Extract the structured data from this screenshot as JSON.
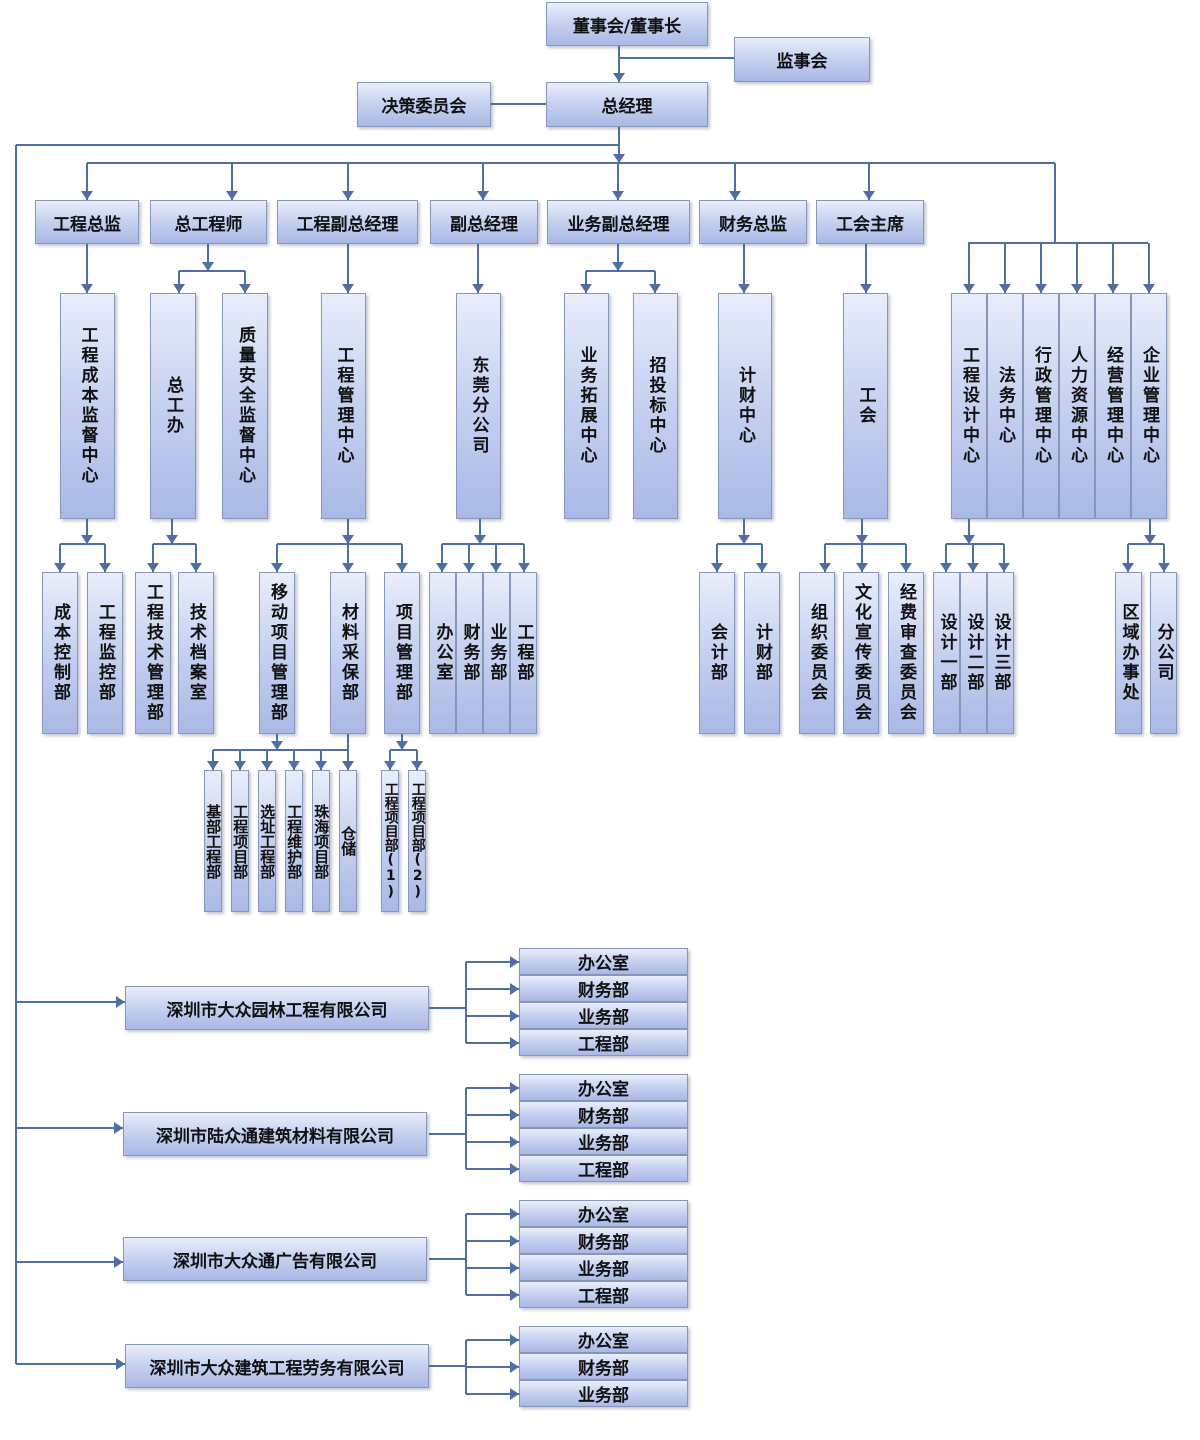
{
  "top": {
    "chairman": "董事会/董事长",
    "supervisors": "监事会",
    "decision_committee": "决策委员会",
    "general_manager": "总经理"
  },
  "level2": [
    "工程总监",
    "总工程师",
    "工程副总经理",
    "副总经理",
    "业务副总经理",
    "财务总监",
    "工会主席"
  ],
  "centers": {
    "c1": "工程成本监督中心",
    "c2a": "总工办",
    "c2b": "质量安全监督中心",
    "c3": "工程管理中心",
    "c4": "东莞分公司",
    "c5a": "业务拓展中心",
    "c5b": "招投标中心",
    "c6": "计财中心",
    "c7": "工会",
    "c8": [
      "工程设计中心",
      "法务中心",
      "行政管理中心",
      "人力资源中心",
      "经营管理中心",
      "企业管理中心"
    ]
  },
  "depts": {
    "d1": [
      "成本控制部",
      "工程监控部"
    ],
    "d2": [
      "工程技术管理部",
      "技术档案室"
    ],
    "d3": [
      "移动项目管理部",
      "材料采保部",
      "项目管理部"
    ],
    "d4": [
      "办公室",
      "财务部",
      "业务部",
      "工程部"
    ],
    "d6": [
      "会计部",
      "计财部"
    ],
    "d7": [
      "组织委员会",
      "文化宣传委员会",
      "经费审查委员会"
    ],
    "d8a": [
      "设计一部",
      "设计二部",
      "设计三部"
    ],
    "d8b": [
      "区域办事处",
      "分公司"
    ]
  },
  "subs": {
    "s1": [
      "基部工程部",
      "工程项目部",
      "选址工程部",
      "工程维护部",
      "珠海项目部",
      "仓储"
    ],
    "s2": [
      "工程项目部(1)",
      "工程项目部(2)"
    ]
  },
  "companies": [
    {
      "name": "深圳市大众园林工程有限公司",
      "depts": [
        "办公室",
        "财务部",
        "业务部",
        "工程部"
      ]
    },
    {
      "name": "深圳市陆众通建筑材料有限公司",
      "depts": [
        "办公室",
        "财务部",
        "业务部",
        "工程部"
      ]
    },
    {
      "name": "深圳市大众通广告有限公司",
      "depts": [
        "办公室",
        "财务部",
        "业务部",
        "工程部"
      ]
    },
    {
      "name": "深圳市大众建筑工程劳务有限公司",
      "depts": [
        "办公室",
        "财务部",
        "业务部"
      ]
    }
  ],
  "colors": {
    "connector": "#4f6fa3",
    "box_top": "#e9eefb",
    "box_bottom": "#a9b8e6",
    "border": "#8797b8"
  }
}
